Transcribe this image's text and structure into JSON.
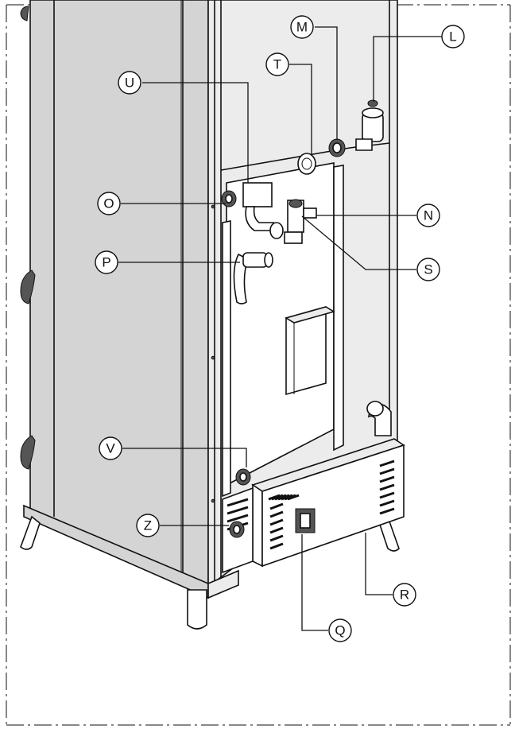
{
  "callouts": {
    "L": "L",
    "M": "M",
    "T": "T",
    "U": "U",
    "O": "O",
    "N": "N",
    "P": "P",
    "S": "S",
    "V": "V",
    "Z": "Z",
    "R": "R",
    "Q": "Q"
  },
  "colors": {
    "line": "#111111",
    "front_face": "#d4d4d4",
    "side_face": "#ececec",
    "background": "#ffffff"
  }
}
